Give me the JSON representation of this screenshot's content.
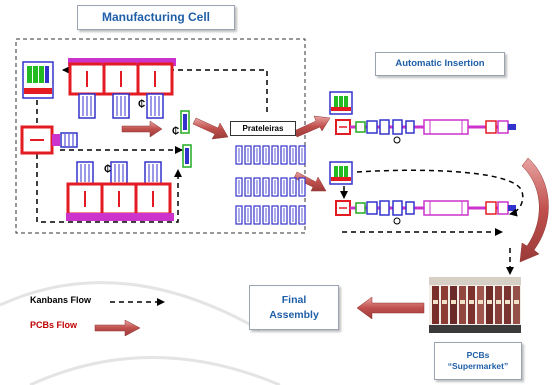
{
  "title": "Manufacturing Cell",
  "shelves_label": "Prateleiras",
  "automatic_insertion_label": "Automatic Insertion",
  "final_assembly_label": [
    "Final",
    "Assembly"
  ],
  "supermarket_label": [
    "PCBs",
    "“Supermarket”"
  ],
  "legend": {
    "kanbans_label": "Kanbans Flow",
    "pcbs_label": "PCBs Flow"
  },
  "colors": {
    "title_text": "#1f5fa8",
    "pcb_flow": "#c0504d",
    "machine_red": "#e31b23",
    "machine_magenta": "#cc33cc",
    "machine_blue": "#3333cc",
    "kanban": "#000000",
    "pcb_text": "#c00000"
  }
}
